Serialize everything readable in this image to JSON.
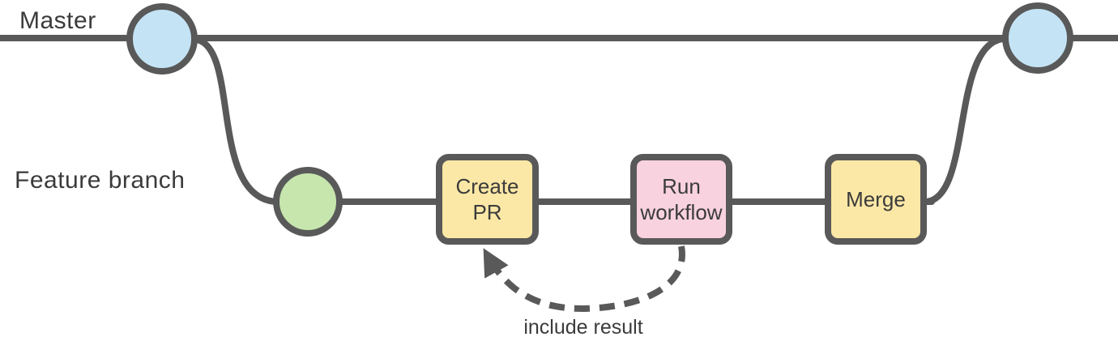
{
  "labels": {
    "master_branch": "Master",
    "feature_branch": "Feature branch",
    "arrow_annotation": "include result"
  },
  "commits": [
    {
      "name": "master-commit-start",
      "branch": "master",
      "fill": "#c4e4f5"
    },
    {
      "name": "feature-commit",
      "branch": "feature",
      "fill": "#c6e6ae"
    },
    {
      "name": "master-commit-merge",
      "branch": "master",
      "fill": "#c4e4f5"
    }
  ],
  "steps": [
    {
      "name": "create-pr",
      "line1": "Create",
      "line2": "PR",
      "fill": "#fce8a6"
    },
    {
      "name": "run-workflow",
      "line1": "Run",
      "line2": "workflow",
      "fill": "#f8d2de"
    },
    {
      "name": "merge",
      "line1": "Merge",
      "line2": "",
      "fill": "#fce8a6"
    }
  ],
  "colors": {
    "stroke": "#595959",
    "text": "#3b3b3b",
    "background": "#ffffff",
    "master_commit_fill": "#c4e4f5",
    "feature_commit_fill": "#c6e6ae",
    "pr_box_fill": "#fce8a6",
    "workflow_box_fill": "#f8d2de"
  }
}
